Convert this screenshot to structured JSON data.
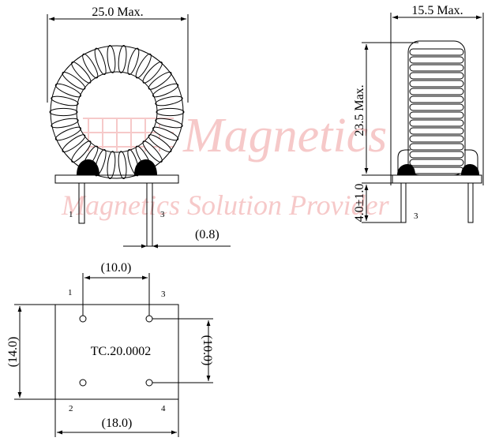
{
  "watermark": {
    "brand_text": "Magnetics",
    "tagline": "Magnetics Solution Provider"
  },
  "front_view": {
    "width_dim": "25.0 Max.",
    "pin_dia_dim": "(0.8)",
    "pin_labels": [
      "1",
      "3"
    ]
  },
  "side_view": {
    "width_dim": "15.5 Max.",
    "height_dim": "23.5 Max.",
    "pin_len_dim": "4.0±1.0",
    "pin_label": "3"
  },
  "bottom_view": {
    "part_number": "TC.20.0002",
    "pin_pitch_x": "(10.0)",
    "pin_pitch_y": "(10.0)",
    "base_width": "(18.0)",
    "base_height": "(14.0)",
    "pin_labels": [
      "1",
      "3",
      "2",
      "4"
    ]
  }
}
